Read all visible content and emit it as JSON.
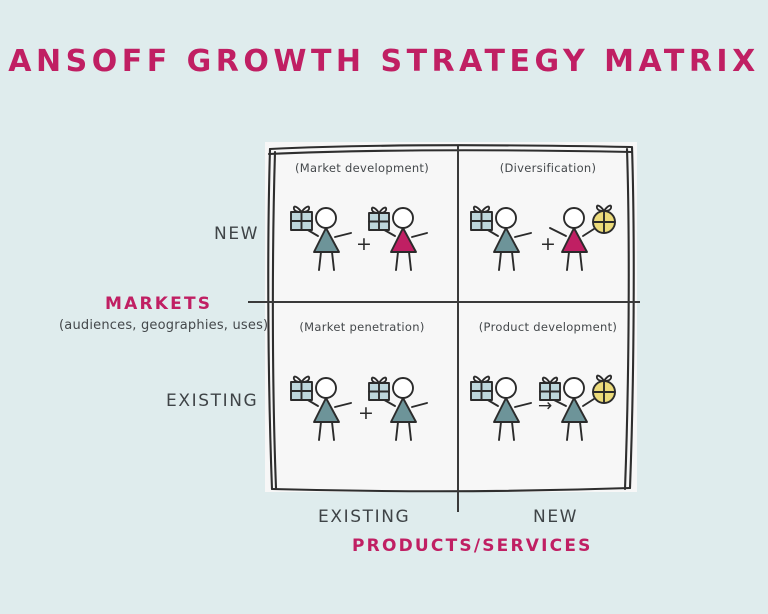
{
  "page": {
    "title": "ANSOFF GROWTH STRATEGY MATRIX",
    "background_color": "#dfeced",
    "panel_color": "#f7f7f7",
    "accent_color": "#c01f63",
    "ink_color": "#3a3a3a",
    "figure_existing_color": "#6d9499",
    "figure_new_color": "#c01f63",
    "gift_existing_color": "#bdd6db",
    "gift_new_color": "#ecdb7a"
  },
  "axes": {
    "y": {
      "title": "MARKETS",
      "subtitle": "(audiences, geographies, uses)",
      "ticks": {
        "top": "NEW",
        "bottom": "EXISTING"
      }
    },
    "x": {
      "title": "PRODUCTS/SERVICES",
      "ticks": {
        "left": "EXISTING",
        "right": "NEW"
      }
    }
  },
  "quadrants": {
    "top_left": {
      "label": "(Market development)",
      "market": "NEW",
      "product": "EXISTING",
      "operator": "+",
      "figures": [
        {
          "person": "existing",
          "gift": "existing"
        },
        {
          "person": "new",
          "gift": "existing"
        }
      ]
    },
    "top_right": {
      "label": "(Diversification)",
      "market": "NEW",
      "product": "NEW",
      "operator": "+",
      "figures": [
        {
          "person": "existing",
          "gift": "existing"
        },
        {
          "person": "new",
          "gift": "new"
        }
      ]
    },
    "bottom_left": {
      "label": "(Market penetration)",
      "market": "EXISTING",
      "product": "EXISTING",
      "operator": "+",
      "figures": [
        {
          "person": "existing",
          "gift": "existing"
        },
        {
          "person": "existing",
          "gift": "existing"
        }
      ]
    },
    "bottom_right": {
      "label": "(Product development)",
      "market": "EXISTING",
      "product": "NEW",
      "operator": "→",
      "figures": [
        {
          "person": "existing",
          "gift": "existing"
        },
        {
          "person": "existing",
          "gift": "existing + new"
        }
      ]
    }
  },
  "chart_data": {
    "type": "table",
    "title": "ANSOFF GROWTH STRATEGY MATRIX",
    "xlabel": "PRODUCTS/SERVICES",
    "ylabel": "MARKETS",
    "x_categories": [
      "EXISTING",
      "NEW"
    ],
    "y_categories": [
      "EXISTING",
      "NEW"
    ],
    "cells": [
      {
        "x": "EXISTING",
        "y": "NEW",
        "label": "(Market development)"
      },
      {
        "x": "NEW",
        "y": "NEW",
        "label": "(Diversification)"
      },
      {
        "x": "EXISTING",
        "y": "EXISTING",
        "label": "(Market penetration)"
      },
      {
        "x": "NEW",
        "y": "EXISTING",
        "label": "(Product development)"
      }
    ],
    "grid": true,
    "legend": "none"
  }
}
